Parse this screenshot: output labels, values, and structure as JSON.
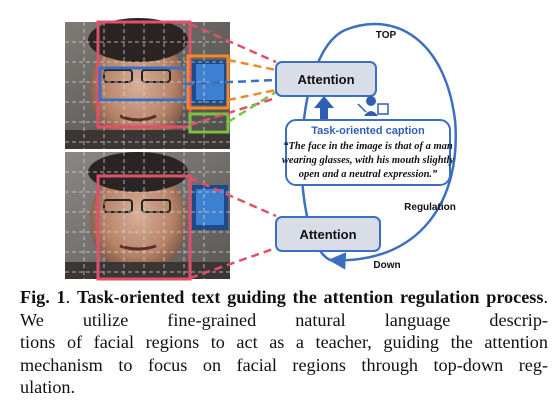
{
  "figure": {
    "top_label": "TOP",
    "down_label": "Down",
    "regulation_label": "Regulation",
    "attention_top": "Attention",
    "attention_bottom": "Attention",
    "caption_box_title": "Task-oriented caption",
    "caption_box_lines": [
      "“The face in the image is that of a man",
      "wearing glasses, with his mouth slightly",
      "open and a neutral expression.”"
    ],
    "colors": {
      "box_blue": "#3b6fc2",
      "arrow_blue": "#3b6fc2",
      "attention_fill": "#d8dde8",
      "face_box": "#e0506a",
      "glasses_box": "#3b6fc2",
      "mouth_box": "#7cc242",
      "orange": "#ef8a2b",
      "caption_title": "#2f5fb5"
    },
    "icons": [
      "teacher-icon"
    ]
  },
  "caption": {
    "fig_label": "Fig. 1",
    "title": "Task-oriented text guiding the attention regulation process",
    "lines": [
      "We utilize fine-grained natural language descrip-",
      "tions of facial regions to act as a teacher, guiding the attention",
      "mechanism to focus on facial regions through top-down reg-",
      "ulation."
    ]
  }
}
